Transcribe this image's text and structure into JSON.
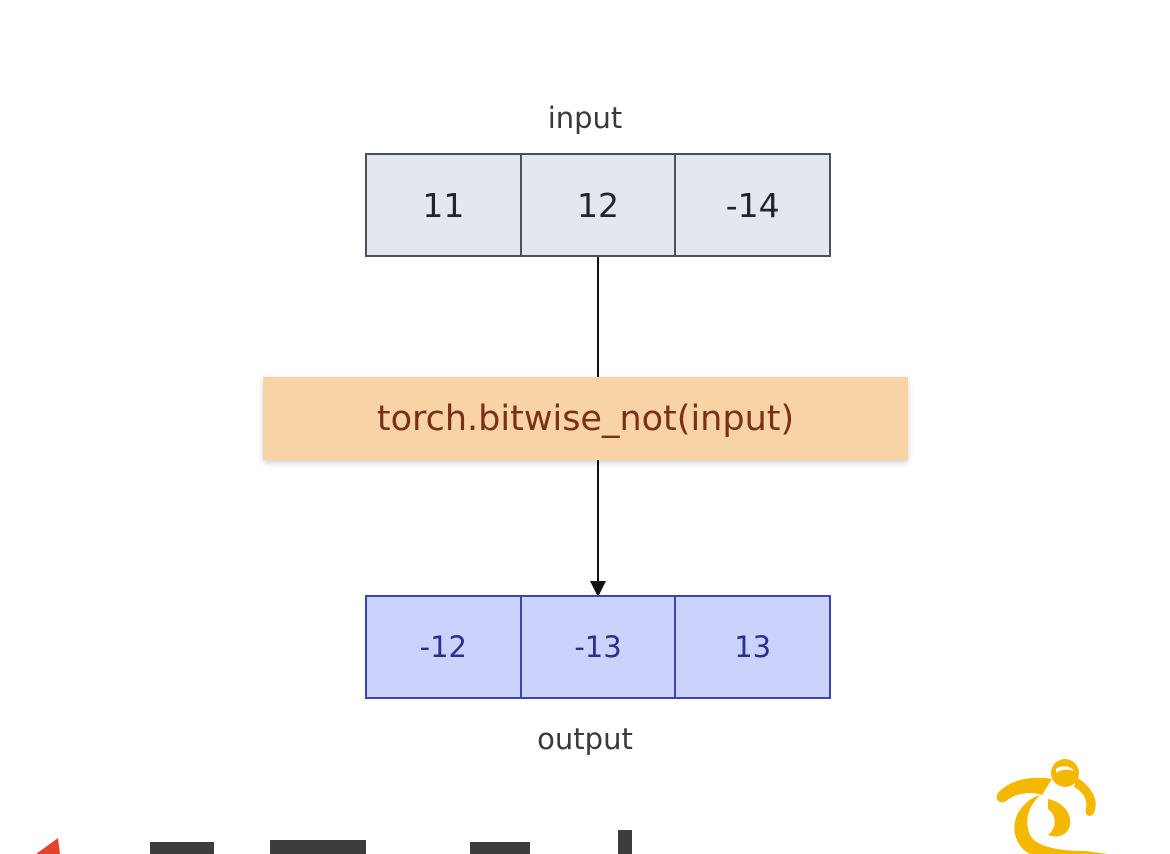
{
  "input": {
    "label": "input",
    "values": [
      "11",
      "12",
      "-14"
    ]
  },
  "operation": {
    "label": "torch.bitwise_not(input)"
  },
  "output": {
    "label": "output",
    "values": [
      "-12",
      "-13",
      "13"
    ]
  },
  "colors": {
    "input_fill": "#e4e8ee",
    "input_border": "#4a5260",
    "output_fill": "#cbd2fb",
    "output_border": "#3f43b8",
    "operation_fill": "#f7d3a6",
    "operation_text": "#7a2f16",
    "arrow": "#111111",
    "logo_red": "#e0452a",
    "logo_yellow": "#f5b800"
  },
  "icons": {
    "bottom_left": "partial-logo-icon",
    "bottom_right": "figure-logo-icon"
  }
}
